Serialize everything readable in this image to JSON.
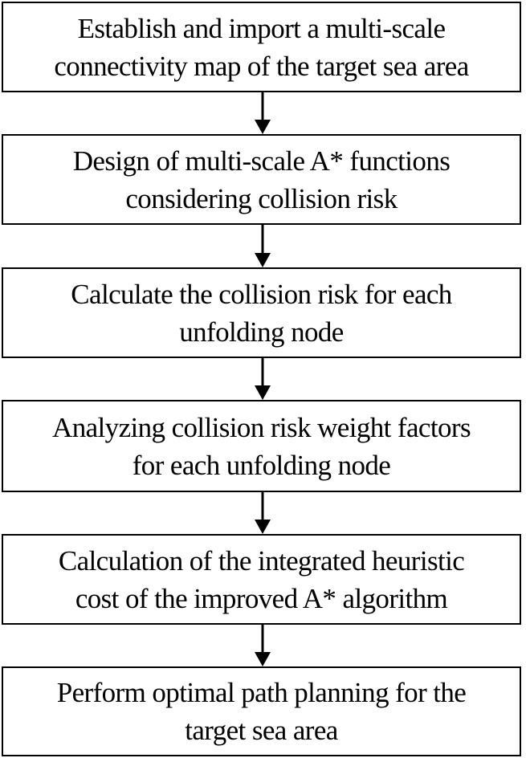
{
  "flowchart": {
    "steps": [
      {
        "line1": "Establish and import a multi-scale",
        "line2": "connectivity map of the target sea area"
      },
      {
        "line1": "Design of multi-scale A* functions",
        "line2": "considering collision risk"
      },
      {
        "line1": "Calculate the collision risk for each",
        "line2": "unfolding node"
      },
      {
        "line1": "Analyzing collision risk weight factors",
        "line2": "for each unfolding node"
      },
      {
        "line1": "Calculation of the integrated heuristic",
        "line2": "cost of the improved A* algorithm"
      },
      {
        "line1": "Perform optimal path planning for the",
        "line2": "target sea area"
      }
    ],
    "arrow_count": 5,
    "colors": {
      "stroke": "#000000",
      "fill": "#ffffff",
      "text": "#000000"
    }
  }
}
